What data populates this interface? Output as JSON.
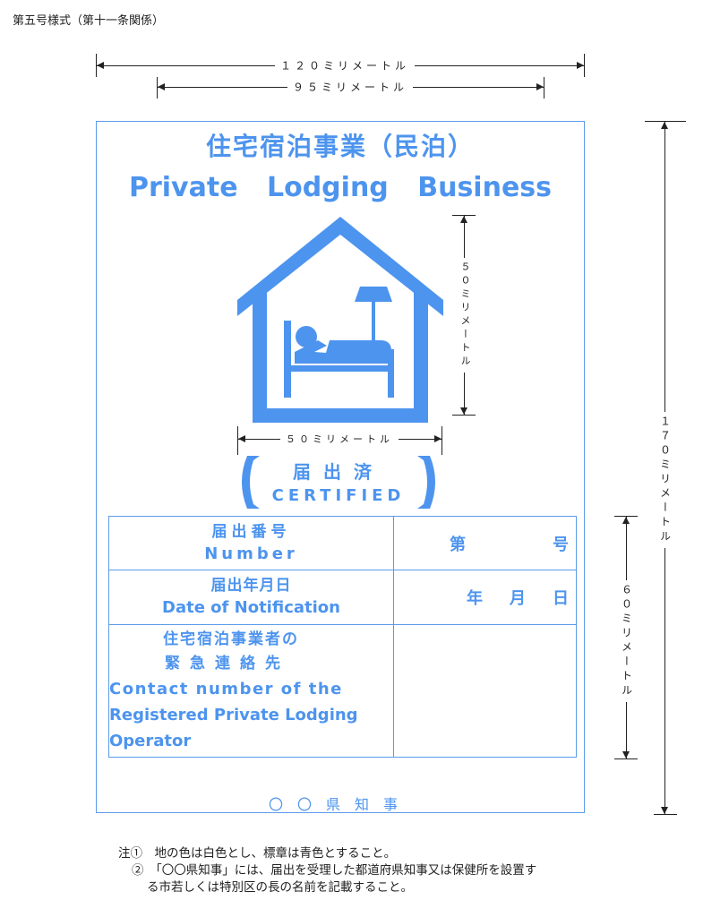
{
  "form_label": "第五号様式（第十一条関係）",
  "dimensions": {
    "width_120": "１２０ミリメートル",
    "width_95": "９５ミリメートル",
    "logo_height": "５０ミリメートル",
    "logo_width": "５０ミリメートル",
    "height_170": "１７０ミリメートル",
    "table_height": "６０ミリメートル"
  },
  "sign": {
    "title_jp": "住宅宿泊事業（民泊）",
    "title_en": "Private Lodging Business",
    "logo_icon": "house-with-person-in-bed-icon",
    "certified_jp": "届出済",
    "certified_en": "CERTIFIED",
    "accent_color": "#4d94ee",
    "rows": [
      {
        "label_jp": "届出番号",
        "label_en": "Number",
        "value_left": "第",
        "value_right": "号"
      },
      {
        "label_jp": "届出年月日",
        "label_en": "Date of Notification",
        "values": [
          "年",
          "月",
          "日"
        ]
      },
      {
        "label_jp_1": "住宅宿泊事業者の",
        "label_jp_2": "緊急連絡先",
        "label_en_1": "Contact number of the",
        "label_en_2": "Registered Private Lodging",
        "label_en_3": "Operator",
        "value": ""
      }
    ],
    "footer": "〇〇県知事"
  },
  "notes": {
    "note_1": "注①　地の色は白色とし、標章は青色とすること。",
    "note_2": "②　「〇〇県知事」には、届出を受理した都道府県知事又は保健所を設置す",
    "note_3": "る市若しくは特別区の長の名前を記載すること。"
  }
}
